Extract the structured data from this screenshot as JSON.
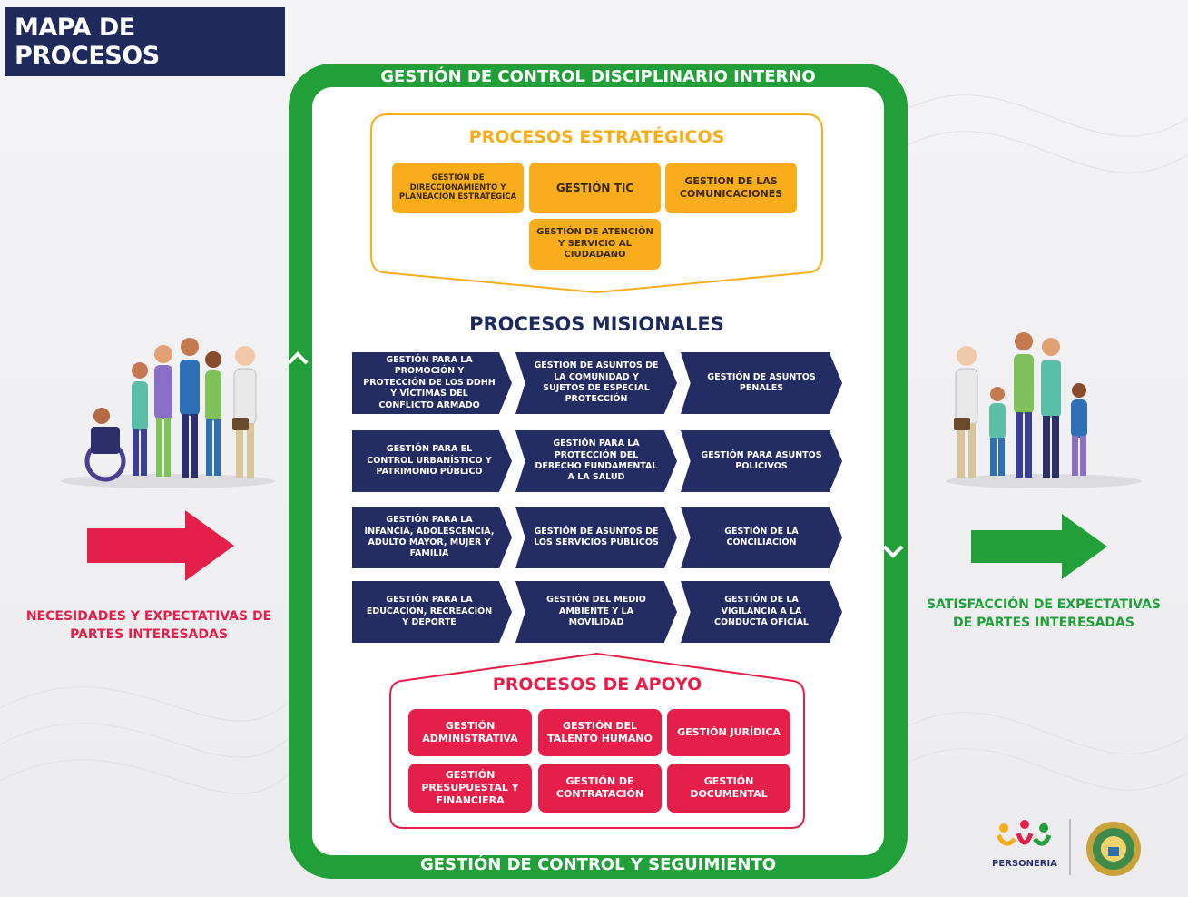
{
  "header": {
    "title": "MAPA DE PROCESOS"
  },
  "frame": {
    "top_label": "GESTIÓN DE CONTROL DISCIPLINARIO INTERNO",
    "bottom_label": "GESTIÓN DE CONTROL Y SEGUIMIENTO"
  },
  "strategic": {
    "title": "PROCESOS ESTRATÉGICOS",
    "items": [
      "GESTIÓN DE DIRECCIONAMIENTO Y PLANEACIÓN ESTRATÉGICA",
      "GESTIÓN TIC",
      "GESTIÓN DE LAS COMUNICACIONES",
      "GESTIÓN DE ATENCIÓN Y SERVICIO AL CIUDADANO"
    ]
  },
  "missional": {
    "title": "PROCESOS MISIONALES",
    "items": [
      "GESTIÓN PARA LA PROMOCIÓN Y PROTECCIÓN DE LOS DDHH Y VÍCTIMAS DEL CONFLICTO ARMADO",
      "GESTIÓN DE ASUNTOS DE LA COMUNIDAD Y SUJETOS DE ESPECIAL PROTECCIÓN",
      "GESTIÓN DE ASUNTOS PENALES",
      "GESTIÓN PARA EL CONTROL URBANÍSTICO Y PATRIMONIO PÚBLICO",
      "GESTIÓN PARA LA PROTECCIÓN DEL DERECHO FUNDAMENTAL A LA SALUD",
      "GESTIÓN PARA ASUNTOS POLICIVOS",
      "GESTIÓN PARA LA INFANCIA, ADOLESCENCIA, ADULTO MAYOR, MUJER Y FAMILIA",
      "GESTIÓN DE ASUNTOS DE LOS SERVICIOS PÚBLICOS",
      "GESTIÓN DE LA CONCILIACIÓN",
      "GESTIÓN PARA LA EDUCACIÓN, RECREACIÓN Y DEPORTE",
      "GESTIÓN DEL MEDIO AMBIENTE Y LA MOVILIDAD",
      "GESTIÓN DE LA VIGILANCIA A LA CONDUCTA OFICIAL"
    ]
  },
  "support": {
    "title": "PROCESOS DE APOYO",
    "items": [
      "GESTIÓN ADMINISTRATIVA",
      "GESTIÓN DEL TALENTO HUMANO",
      "GESTIÓN JURÍDICA",
      "GESTIÓN PRESUPUESTAL Y FINANCIERA",
      "GESTIÓN DE CONTRATACIÓN",
      "GESTIÓN DOCUMENTAL"
    ]
  },
  "left_side": {
    "label": "NECESIDADES Y EXPECTATIVAS DE PARTES INTERESADAS"
  },
  "right_side": {
    "label": "SATISFACCIÓN DE EXPECTATIVAS DE PARTES INTERESADAS"
  },
  "logos": {
    "personeria": "PERSONERIA"
  },
  "colors": {
    "navy": "#1f2a5c",
    "green": "#21a03a",
    "orange": "#f9ad1b",
    "red": "#e4204a"
  }
}
